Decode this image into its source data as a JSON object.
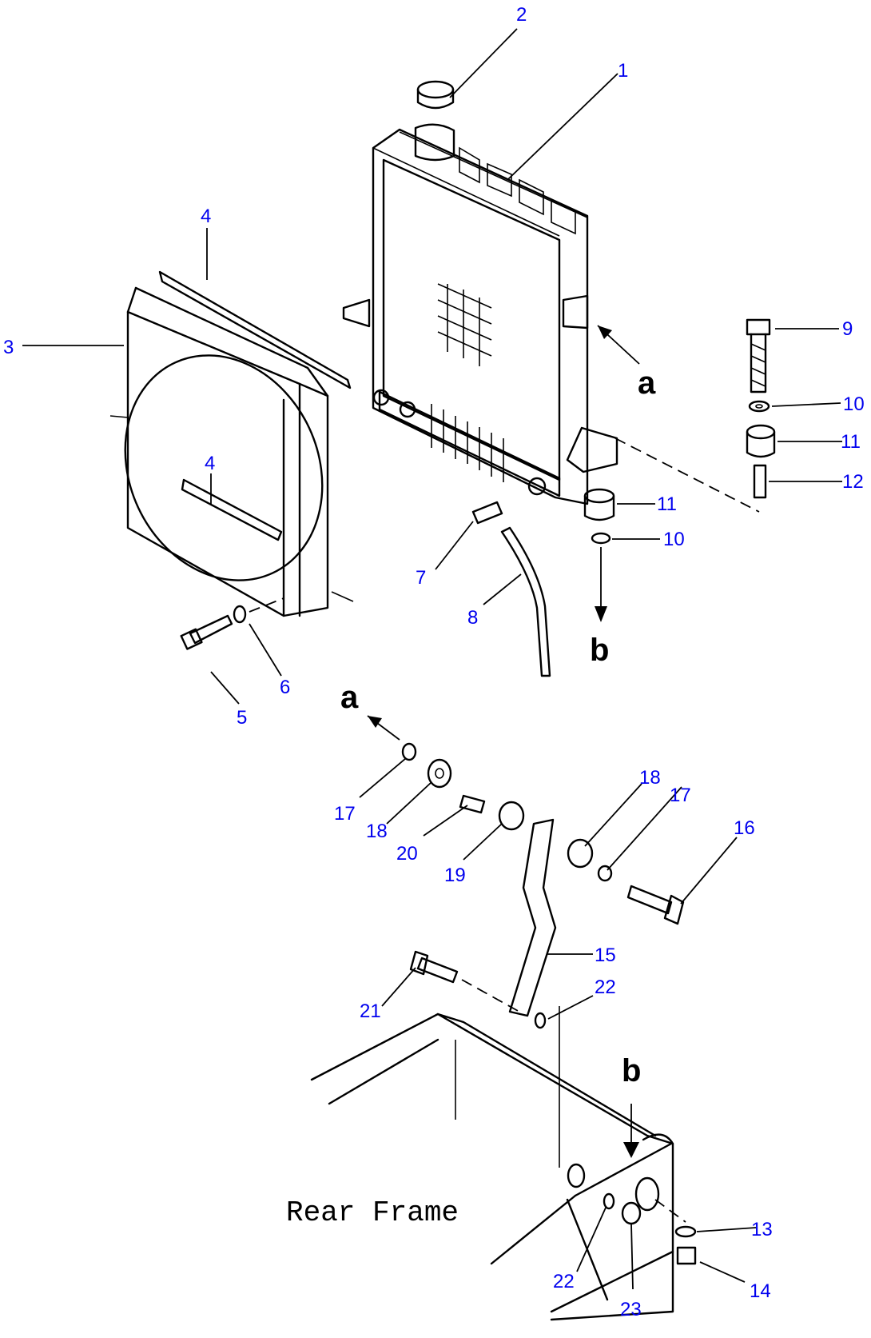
{
  "diagram": {
    "callouts": [
      {
        "id": "c1",
        "text": "1"
      },
      {
        "id": "c2",
        "text": "2"
      },
      {
        "id": "c3",
        "text": "3"
      },
      {
        "id": "c4a",
        "text": "4"
      },
      {
        "id": "c4b",
        "text": "4"
      },
      {
        "id": "c5",
        "text": "5"
      },
      {
        "id": "c6",
        "text": "6"
      },
      {
        "id": "c7",
        "text": "7"
      },
      {
        "id": "c8",
        "text": "8"
      },
      {
        "id": "c9",
        "text": "9"
      },
      {
        "id": "c10a",
        "text": "10"
      },
      {
        "id": "c10b",
        "text": "10"
      },
      {
        "id": "c11a",
        "text": "11"
      },
      {
        "id": "c11b",
        "text": "11"
      },
      {
        "id": "c12",
        "text": "12"
      },
      {
        "id": "c13",
        "text": "13"
      },
      {
        "id": "c14",
        "text": "14"
      },
      {
        "id": "c15",
        "text": "15"
      },
      {
        "id": "c16",
        "text": "16"
      },
      {
        "id": "c17a",
        "text": "17"
      },
      {
        "id": "c17b",
        "text": "17"
      },
      {
        "id": "c18a",
        "text": "18"
      },
      {
        "id": "c18b",
        "text": "18"
      },
      {
        "id": "c19",
        "text": "19"
      },
      {
        "id": "c20",
        "text": "20"
      },
      {
        "id": "c21",
        "text": "21"
      },
      {
        "id": "c22a",
        "text": "22"
      },
      {
        "id": "c22b",
        "text": "22"
      },
      {
        "id": "c23",
        "text": "23"
      }
    ],
    "view_refs": {
      "a_top": "a",
      "b_top": "b",
      "a_mid": "a",
      "b_bottom": "b"
    },
    "frame_label": "Rear Frame",
    "colors": {
      "callout": "#0000ee",
      "linework": "#000000",
      "background": "#ffffff"
    }
  }
}
